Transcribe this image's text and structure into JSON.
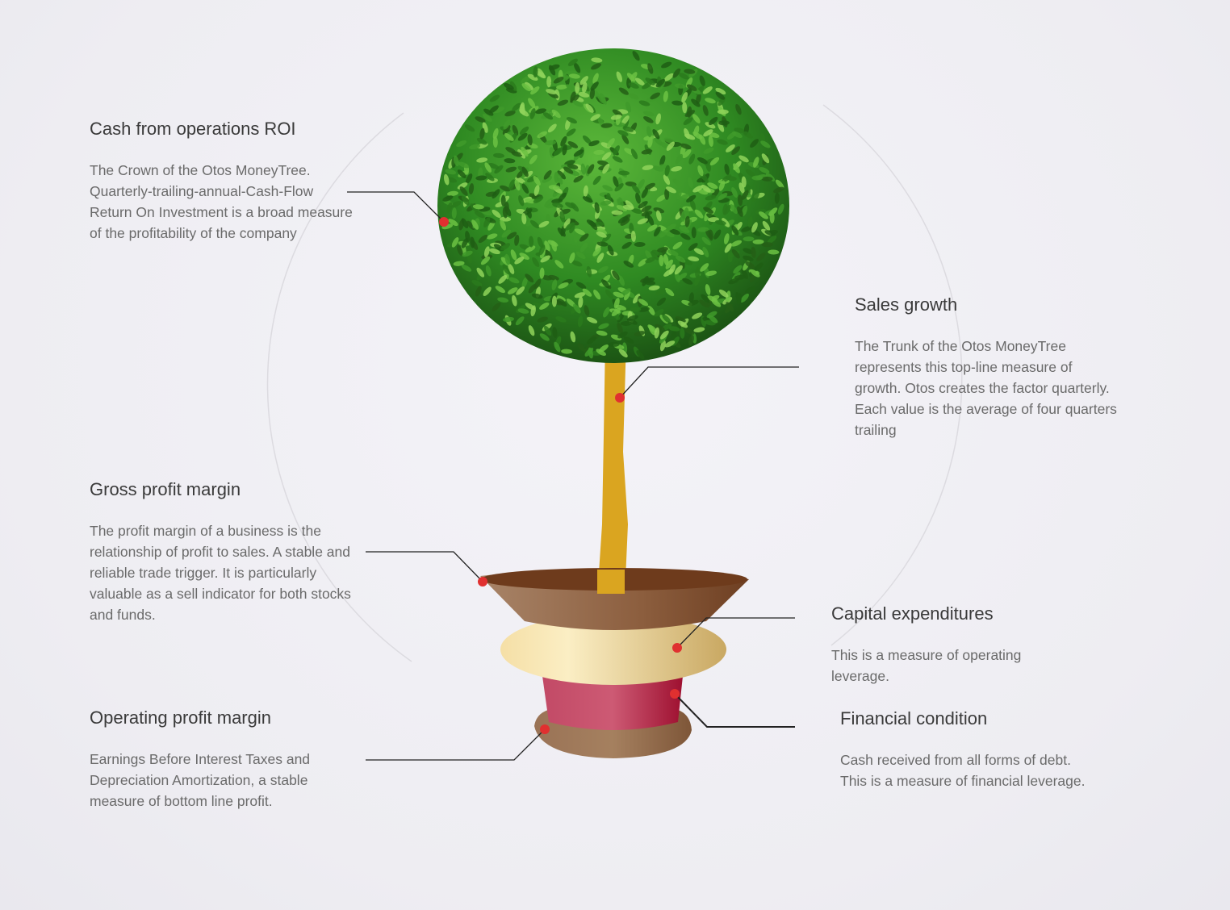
{
  "colors": {
    "marker": "#e03030",
    "trunk": "#daa520",
    "ring": "#ebd08e",
    "cylinder": "#b83050",
    "pot": "#8c6448",
    "leaf": "#2f7d1f"
  },
  "factors": [
    {
      "id": "cash",
      "title": "Cash from operations ROI",
      "text": "The Crown of the Otos MoneyTree. Quarterly-trailing-annual-Cash-Flow Return On Investment is a broad measure of the profitability of the company"
    },
    {
      "id": "sales",
      "title": "Sales growth",
      "text": "The Trunk of the Otos MoneyTree represents this top-line measure of growth. Otos creates the factor quarterly. Each value is the average of four quarters trailing"
    },
    {
      "id": "gross",
      "title": "Gross profit margin",
      "text": "The profit margin of a business is the relationship of profit to sales. A stable and reliable trade trigger. It is particularly valuable as a sell indicator for both stocks and funds."
    },
    {
      "id": "capex",
      "title": "Capital expenditures",
      "text": "This is a measure of operating leverage."
    },
    {
      "id": "financial",
      "title": "Financial condition",
      "text": "Cash received from all forms of debt. This is a measure of financial leverage."
    },
    {
      "id": "operating",
      "title": "Operating profit margin",
      "text": "Earnings Before Interest Taxes and Depreciation Amortization, a stable measure of bottom line profit."
    }
  ]
}
